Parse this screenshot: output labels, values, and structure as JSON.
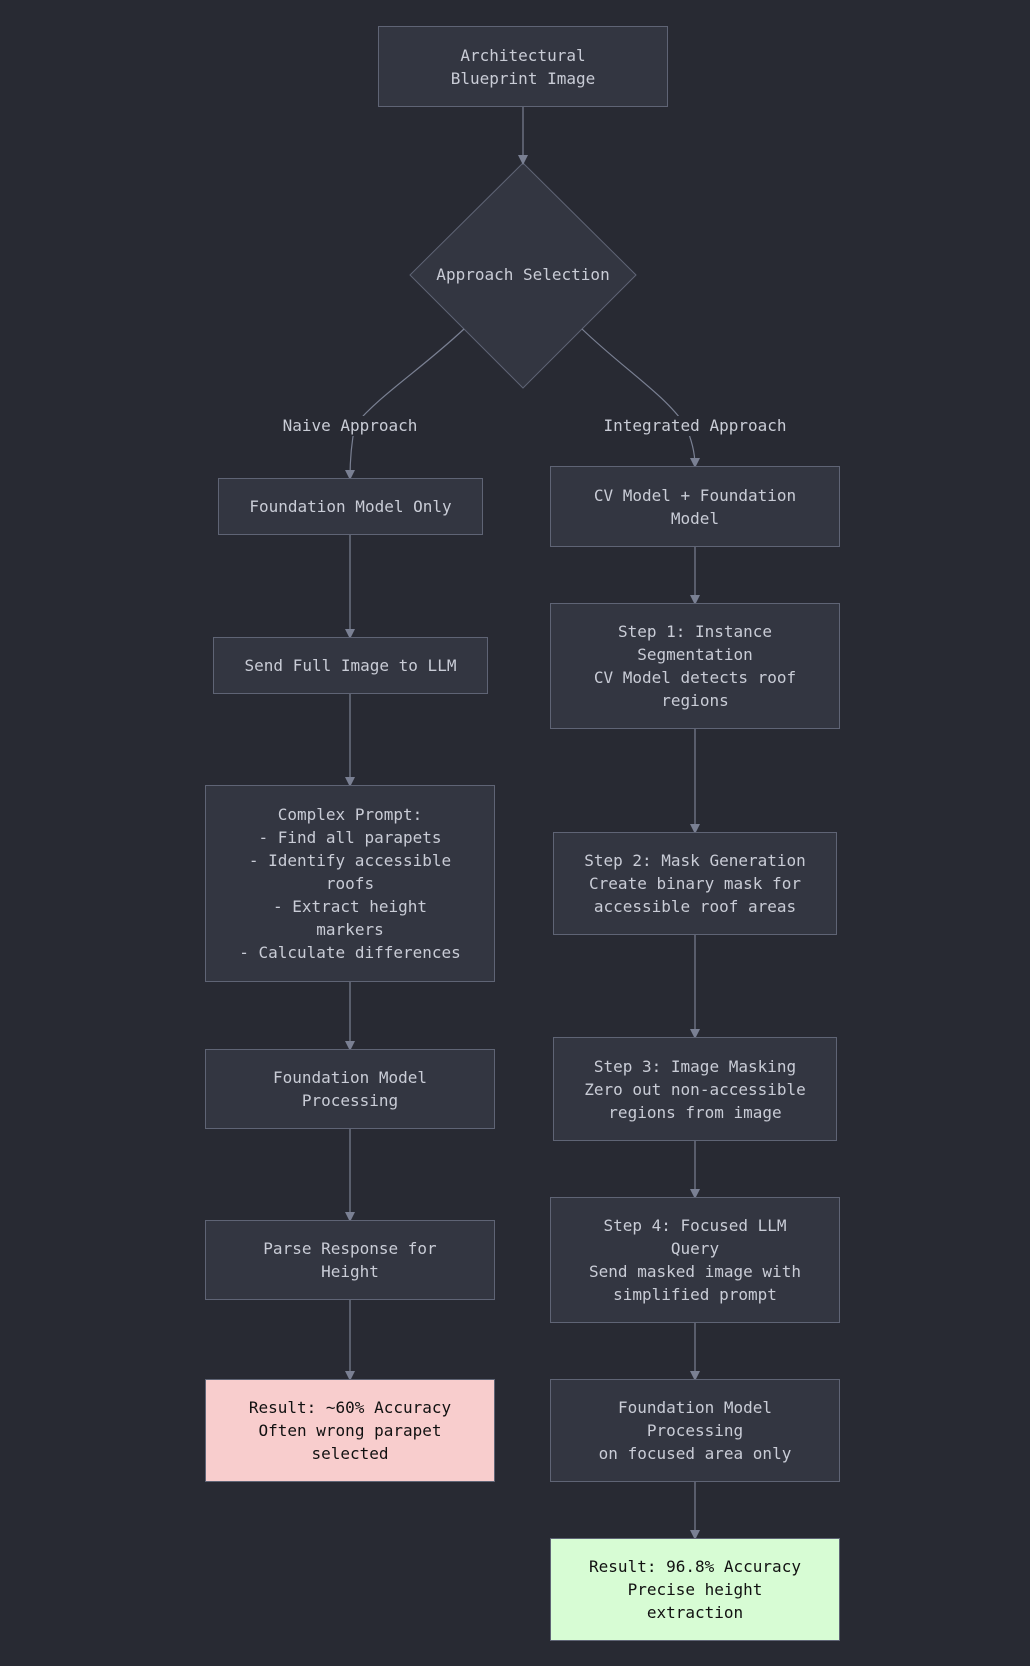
{
  "colors": {
    "background": "#282a33",
    "node_fill": "#333641",
    "node_border": "#5f6475",
    "edge": "#7a8093",
    "text": "#c9ccd6",
    "result_bad": "#f8cdcd",
    "result_good": "#d7fcd4"
  },
  "nodes": {
    "start": [
      "Architectural",
      "Blueprint Image"
    ],
    "decision": "Approach Selection",
    "naive_model": [
      "Foundation Model Only"
    ],
    "naive_send": [
      "Send Full Image to LLM"
    ],
    "naive_prompt": [
      "Complex Prompt:",
      "- Find all parapets",
      "- Identify accessible",
      "roofs",
      "- Extract height",
      "markers",
      "- Calculate differences"
    ],
    "naive_processing": [
      "Foundation Model",
      "Processing"
    ],
    "naive_parse": [
      "Parse Response for",
      "Height"
    ],
    "naive_result": [
      "Result: ~60% Accuracy",
      "Often wrong parapet",
      "selected"
    ],
    "int_model": [
      "CV Model + Foundation",
      "Model"
    ],
    "int_step1": [
      "Step 1: Instance",
      "Segmentation",
      "CV Model detects roof",
      "regions"
    ],
    "int_step2": [
      "Step 2: Mask Generation",
      "Create binary mask for",
      "accessible roof areas"
    ],
    "int_step3": [
      "Step 3: Image Masking",
      "Zero out non-accessible",
      "regions from image"
    ],
    "int_step4": [
      "Step 4: Focused LLM",
      "Query",
      "Send masked image with",
      "simplified prompt"
    ],
    "int_processing": [
      "Foundation Model",
      "Processing",
      "on focused area only"
    ],
    "int_result": [
      "Result: 96.8% Accuracy",
      "Precise height",
      "extraction"
    ]
  },
  "edge_labels": {
    "naive": "Naive Approach",
    "integrated": "Integrated Approach"
  }
}
